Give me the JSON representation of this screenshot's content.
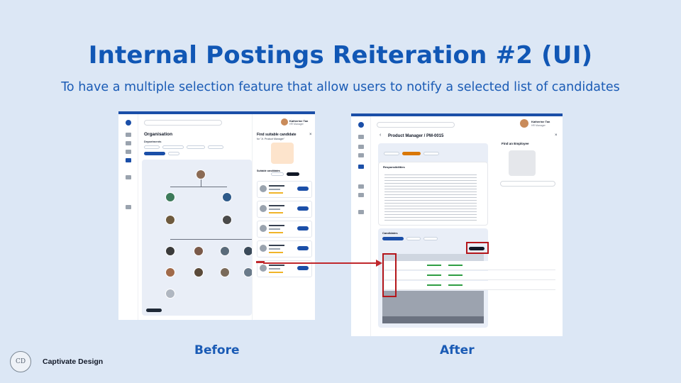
{
  "slide": {
    "title": "Internal Postings Reiteration #2 (UI)",
    "subtitle": "To have a multiple selection feature that allow users to notify a selected list of candidates",
    "caption_before": "Before",
    "caption_after": "After",
    "brand": "Captivate Design",
    "logo_text": "CD"
  },
  "before": {
    "heading": "Organisation",
    "section": "Departments",
    "panel_title": "Find suitable candidate",
    "panel_subtitle": "for \"Jr. Product Manager\"",
    "candidates_label": "Suitable candidates",
    "user_name": "Katherine Tan",
    "user_role": "HR Manager"
  },
  "after": {
    "heading": "Product Manager / PM-0015",
    "responsibilities_label": "Responsibilities",
    "candidates_label": "Candidates",
    "side_title": "Find an Employee",
    "user_name": "Katherine Tan",
    "user_role": "HR Manager"
  },
  "colors": {
    "accent": "#1157b5",
    "highlight": "#b4161b",
    "background": "#dce7f5"
  }
}
